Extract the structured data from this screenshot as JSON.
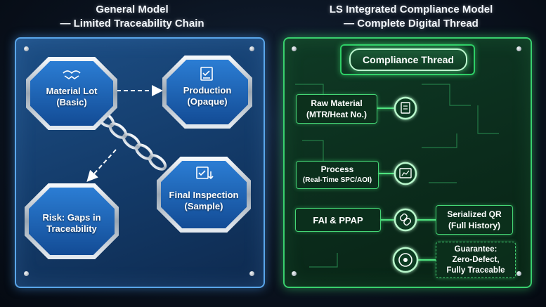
{
  "left_title": {
    "line1": "General Model",
    "line2": "— Limited Traceability Chain"
  },
  "right_title": {
    "line1": "LS Integrated Compliance Model",
    "line2": "— Complete Digital Thread"
  },
  "left_nodes": {
    "material_lot": {
      "line1": "Material Lot",
      "line2": "(Basic)",
      "icon": "handshake-icon"
    },
    "production": {
      "line1": "Production",
      "line2": "(Opaque)",
      "icon": "checklist-icon"
    },
    "final_inspection": {
      "line1": "Final Inspection",
      "line2": "(Sample)",
      "icon": "check-download-icon"
    },
    "risk": {
      "line1": "Risk: Gaps in",
      "line2": "Traceability"
    }
  },
  "thread": {
    "title": "Compliance Thread",
    "raw_material": {
      "line1": "Raw Material",
      "line2": "(MTR/Heat No.)",
      "icon": "document-icon"
    },
    "process": {
      "line1": "Process",
      "line2": "(Real-Time SPC/AOI)",
      "icon": "chart-icon"
    },
    "fai_ppap": {
      "label": "FAI & PPAP",
      "icon": "link-icon"
    },
    "serialized_qr": {
      "line1": "Serialized QR",
      "line2": "(Full History)"
    },
    "guarantee": {
      "line1": "Guarantee:",
      "line2": "Zero-Defect,",
      "line3": "Fully Traceable",
      "icon": "target-icon"
    }
  },
  "colors": {
    "left_accent": "#5aa6ea",
    "right_accent": "#39d06e"
  }
}
